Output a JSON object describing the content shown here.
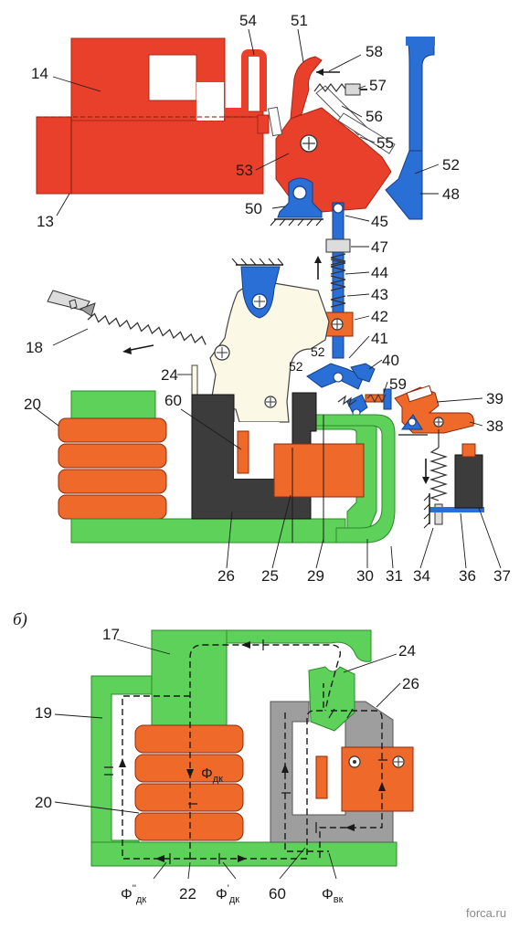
{
  "labels_a": [
    {
      "id": "54",
      "text": "54"
    },
    {
      "id": "51",
      "text": "51"
    },
    {
      "id": "58",
      "text": "58"
    },
    {
      "id": "14",
      "text": "14"
    },
    {
      "id": "57",
      "text": "57"
    },
    {
      "id": "56",
      "text": "56"
    },
    {
      "id": "55",
      "text": "55"
    },
    {
      "id": "52a",
      "text": "52"
    },
    {
      "id": "53",
      "text": "53"
    },
    {
      "id": "48",
      "text": "48"
    },
    {
      "id": "13",
      "text": "13"
    },
    {
      "id": "50",
      "text": "50"
    },
    {
      "id": "45",
      "text": "45"
    },
    {
      "id": "47",
      "text": "47"
    },
    {
      "id": "44",
      "text": "44"
    },
    {
      "id": "43",
      "text": "43"
    },
    {
      "id": "42",
      "text": "42"
    },
    {
      "id": "18",
      "text": "18"
    },
    {
      "id": "41",
      "text": "41"
    },
    {
      "id": "52b",
      "text": "52"
    },
    {
      "id": "40",
      "text": "40"
    },
    {
      "id": "52c",
      "text": "52"
    },
    {
      "id": "24a",
      "text": "24"
    },
    {
      "id": "59",
      "text": "59"
    },
    {
      "id": "39",
      "text": "39"
    },
    {
      "id": "20a",
      "text": "20"
    },
    {
      "id": "60a",
      "text": "60"
    },
    {
      "id": "38",
      "text": "38"
    },
    {
      "id": "26a",
      "text": "26"
    },
    {
      "id": "25",
      "text": "25"
    },
    {
      "id": "29",
      "text": "29"
    },
    {
      "id": "30",
      "text": "30"
    },
    {
      "id": "31",
      "text": "31"
    },
    {
      "id": "34",
      "text": "34"
    },
    {
      "id": "36",
      "text": "36"
    },
    {
      "id": "37",
      "text": "37"
    }
  ],
  "part_b_label": "б)",
  "labels_b": [
    {
      "id": "17",
      "text": "17"
    },
    {
      "id": "24b",
      "text": "24"
    },
    {
      "id": "26b",
      "text": "26"
    },
    {
      "id": "19",
      "text": "19"
    },
    {
      "id": "20b",
      "text": "20"
    },
    {
      "id": "22",
      "text": "22"
    },
    {
      "id": "60b",
      "text": "60"
    }
  ],
  "flux": {
    "symbol": "Φ",
    "dk_sub": "дк",
    "vk_sub": "вк",
    "primes2": "''",
    "primes1": "'"
  },
  "watermark": "forca.ru",
  "colors": {
    "red": "#e8402b",
    "orange": "#ef6a2a",
    "blue": "#2a6fd6",
    "green": "#5dd15a",
    "cream": "#fbf8e6",
    "dark": "#3c3c3c",
    "gray": "#9e9e9e"
  }
}
